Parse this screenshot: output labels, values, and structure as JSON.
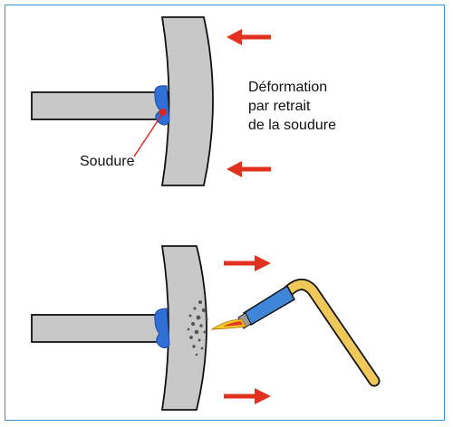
{
  "figure": {
    "annotations": {
      "deformation_line1": "Déformation",
      "deformation_line2": "par retrait",
      "deformation_line3": "de la soudure",
      "weld_label": "Soudure"
    },
    "colors": {
      "frame_border": "#3a8fd0",
      "steel_fill": "#c8c8c8",
      "steel_stroke": "#111111",
      "weld_blue": "#2f6fd6",
      "weld_red_dot": "#e0201a",
      "arrow_red": "#e0321e",
      "torch_blue": "#3f86d8",
      "torch_tube": "#f0c85a",
      "flame_yellow": "#f2cf2a",
      "flame_red": "#e23a1a",
      "spatter": "#555555"
    },
    "icons": {
      "arrow": "red-arrow-icon",
      "torch": "welding-torch-icon",
      "flame": "torch-flame-icon"
    },
    "panels": [
      {
        "name": "top",
        "arrow_direction": "left"
      },
      {
        "name": "bottom",
        "arrow_direction": "right"
      }
    ]
  }
}
